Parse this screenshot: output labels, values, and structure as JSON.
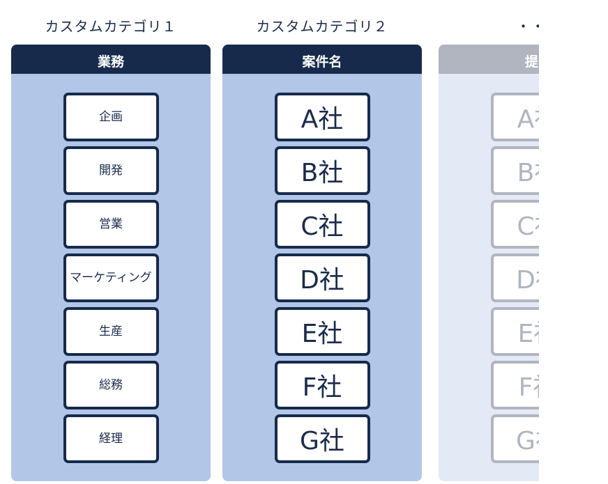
{
  "columns": [
    {
      "title": "カスタムカテゴリ１",
      "header": "業務",
      "items": [
        "企画",
        "開発",
        "営業",
        "マーケティング",
        "生産",
        "総務",
        "経理"
      ]
    },
    {
      "title": "カスタムカテゴリ２",
      "header": "案件名",
      "items": [
        "A社",
        "B社",
        "C社",
        "D社",
        "E社",
        "F社",
        "G社"
      ]
    },
    {
      "title": "・・・",
      "header": "提出",
      "items": [
        "A社",
        "B社",
        "C社",
        "D社",
        "E社",
        "F社",
        "G社"
      ]
    }
  ],
  "colors": {
    "navy": "#172a4c",
    "panel_blue": "#b2c6e8",
    "panel_faded": "#e3e9f5",
    "gray": "#b0b5c0"
  }
}
